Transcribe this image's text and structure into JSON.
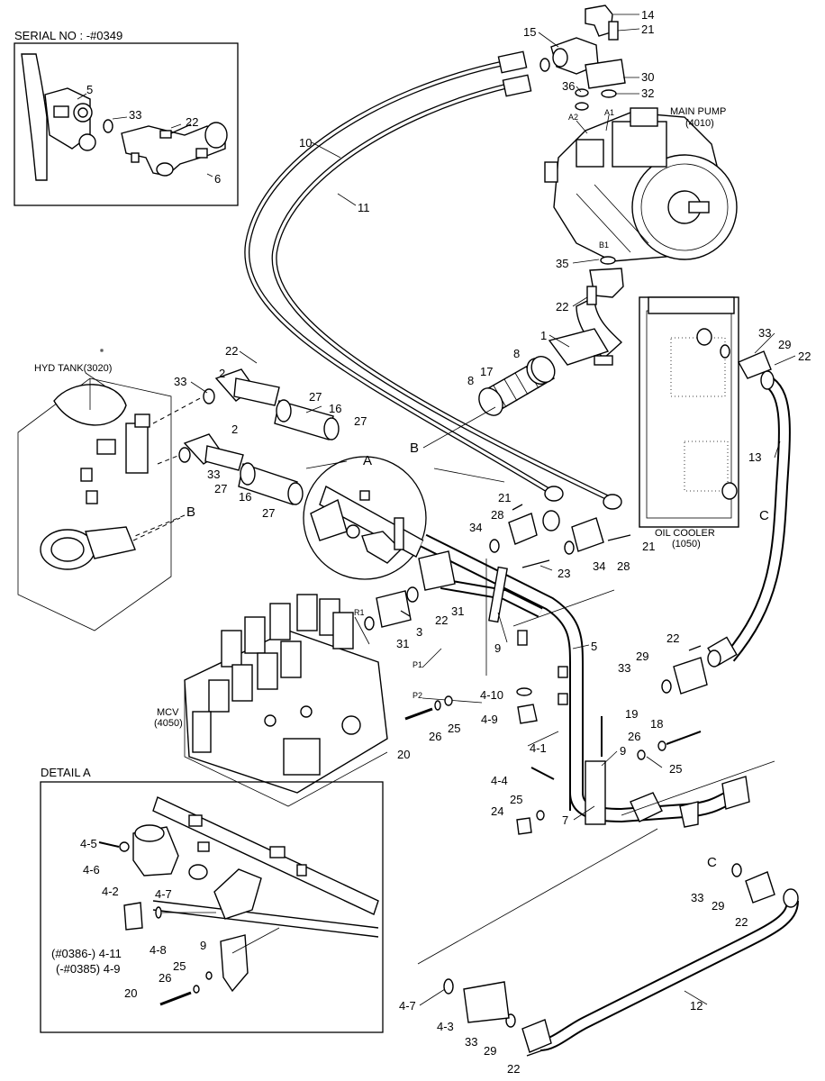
{
  "serial_box": {
    "title": "SERIAL NO : -#0349",
    "labels": [
      "5",
      "33",
      "22",
      "6"
    ]
  },
  "components": {
    "main_pump": [
      "MAIN PUMP",
      "(4010)"
    ],
    "hyd_tank": "HYD TANK(3020)",
    "oil_cooler": [
      "OIL COOLER",
      "(1050)"
    ],
    "mcv": [
      "MCV",
      "(4050)"
    ]
  },
  "port_labels": [
    "A2",
    "A1",
    "B1",
    "R1",
    "P1",
    "P2"
  ],
  "callouts": {
    "A": "A",
    "B": "B",
    "C": "C"
  },
  "detail": {
    "title": "DETAIL A",
    "labels": [
      "4-5",
      "4-6",
      "4-2",
      "4-7",
      "4-8",
      "9",
      "25",
      "26",
      "20"
    ],
    "note_1": "(#0386-) 4-11",
    "note_2": "(-#0385) 4-9"
  },
  "part_numbers": [
    "14",
    "21",
    "15",
    "30",
    "36",
    "32",
    "10",
    "11",
    "35",
    "22",
    "1",
    "8",
    "17",
    "8",
    "33",
    "29",
    "22",
    "22",
    "2",
    "33",
    "27",
    "16",
    "27",
    "2",
    "27",
    "16",
    "27",
    "33",
    "13",
    "21",
    "28",
    "34",
    "21",
    "34",
    "28",
    "23",
    "31",
    "22",
    "3",
    "31",
    "9",
    "5",
    "22",
    "29",
    "33",
    "4-10",
    "4-9",
    "25",
    "26",
    "20",
    "19",
    "18",
    "26",
    "25",
    "4-1",
    "9",
    "4-4",
    "25",
    "24",
    "7",
    "33",
    "29",
    "22",
    "12",
    "4-7",
    "4-3",
    "33",
    "29",
    "22"
  ]
}
